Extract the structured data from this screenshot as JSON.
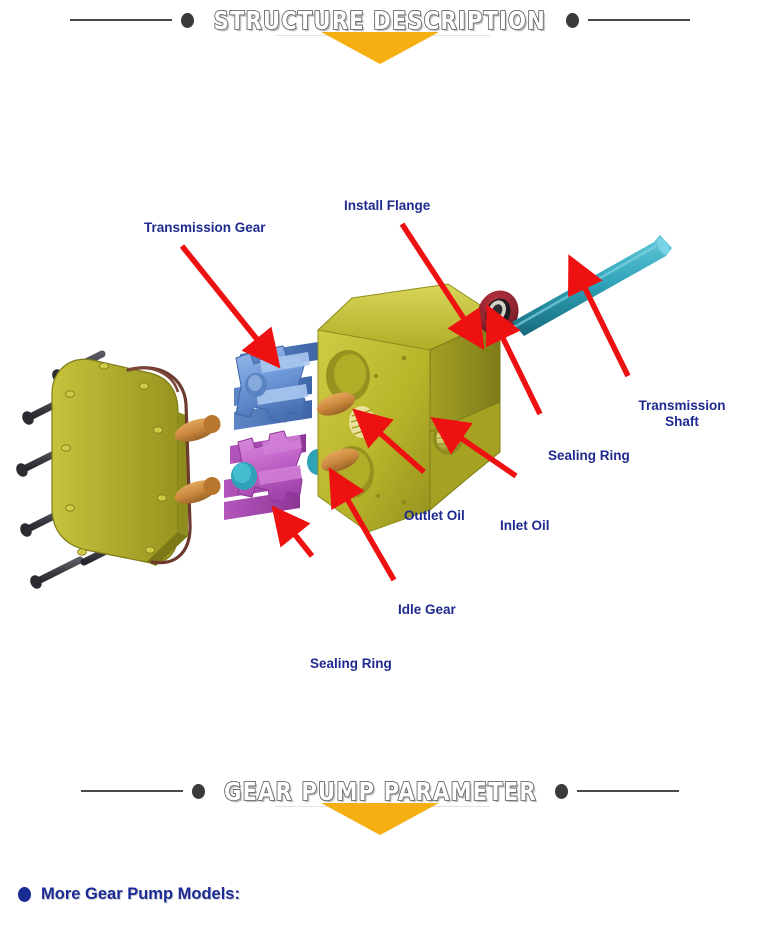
{
  "sections": [
    {
      "title": "STRUCTURE DESCRIPTION",
      "dot_icon": "bullet-dot",
      "arrow_icon": "down-triangle"
    },
    {
      "title": "GEAR PUMP PARAMETER",
      "dot_icon": "bullet-dot",
      "arrow_icon": "down-triangle"
    }
  ],
  "diagram": {
    "name": "exploded-gear-pump-assembly",
    "callouts": [
      {
        "id": "transmission-gear",
        "label": "Transmission Gear"
      },
      {
        "id": "install-flange",
        "label": "Install Flange"
      },
      {
        "id": "transmission-shaft",
        "label": "Transmission\nShaft",
        "line1": "Transmission",
        "line2": "Shaft"
      },
      {
        "id": "sealing-ring-right",
        "label": "Sealing Ring"
      },
      {
        "id": "inlet-oil",
        "label": "Inlet Oil"
      },
      {
        "id": "outlet-oil",
        "label": "Outlet Oil"
      },
      {
        "id": "idle-gear",
        "label": "Idle Gear"
      },
      {
        "id": "sealing-ring-left",
        "label": "Sealing Ring"
      }
    ],
    "colors": {
      "body": "#b8b52a",
      "body_light": "#cfcb46",
      "body_dark": "#8f8d1e",
      "drive_gear": "#6f9ada",
      "drive_gear_dark": "#4f77bb",
      "idle_gear": "#c568cc",
      "idle_gear_dark": "#a144ab",
      "shaft": "#2fa2b8",
      "shaft_dark": "#1d7f94",
      "oring": "#8f2430",
      "bolt": "#3e3e46",
      "bushing": "#cc8a3e",
      "teal_pin": "#2fa2b8",
      "arrow": "#ee1111",
      "label": "#1f2a8f"
    }
  },
  "footer": {
    "bullet_icon": "bullet-dot",
    "text": "More Gear Pump Models:"
  }
}
